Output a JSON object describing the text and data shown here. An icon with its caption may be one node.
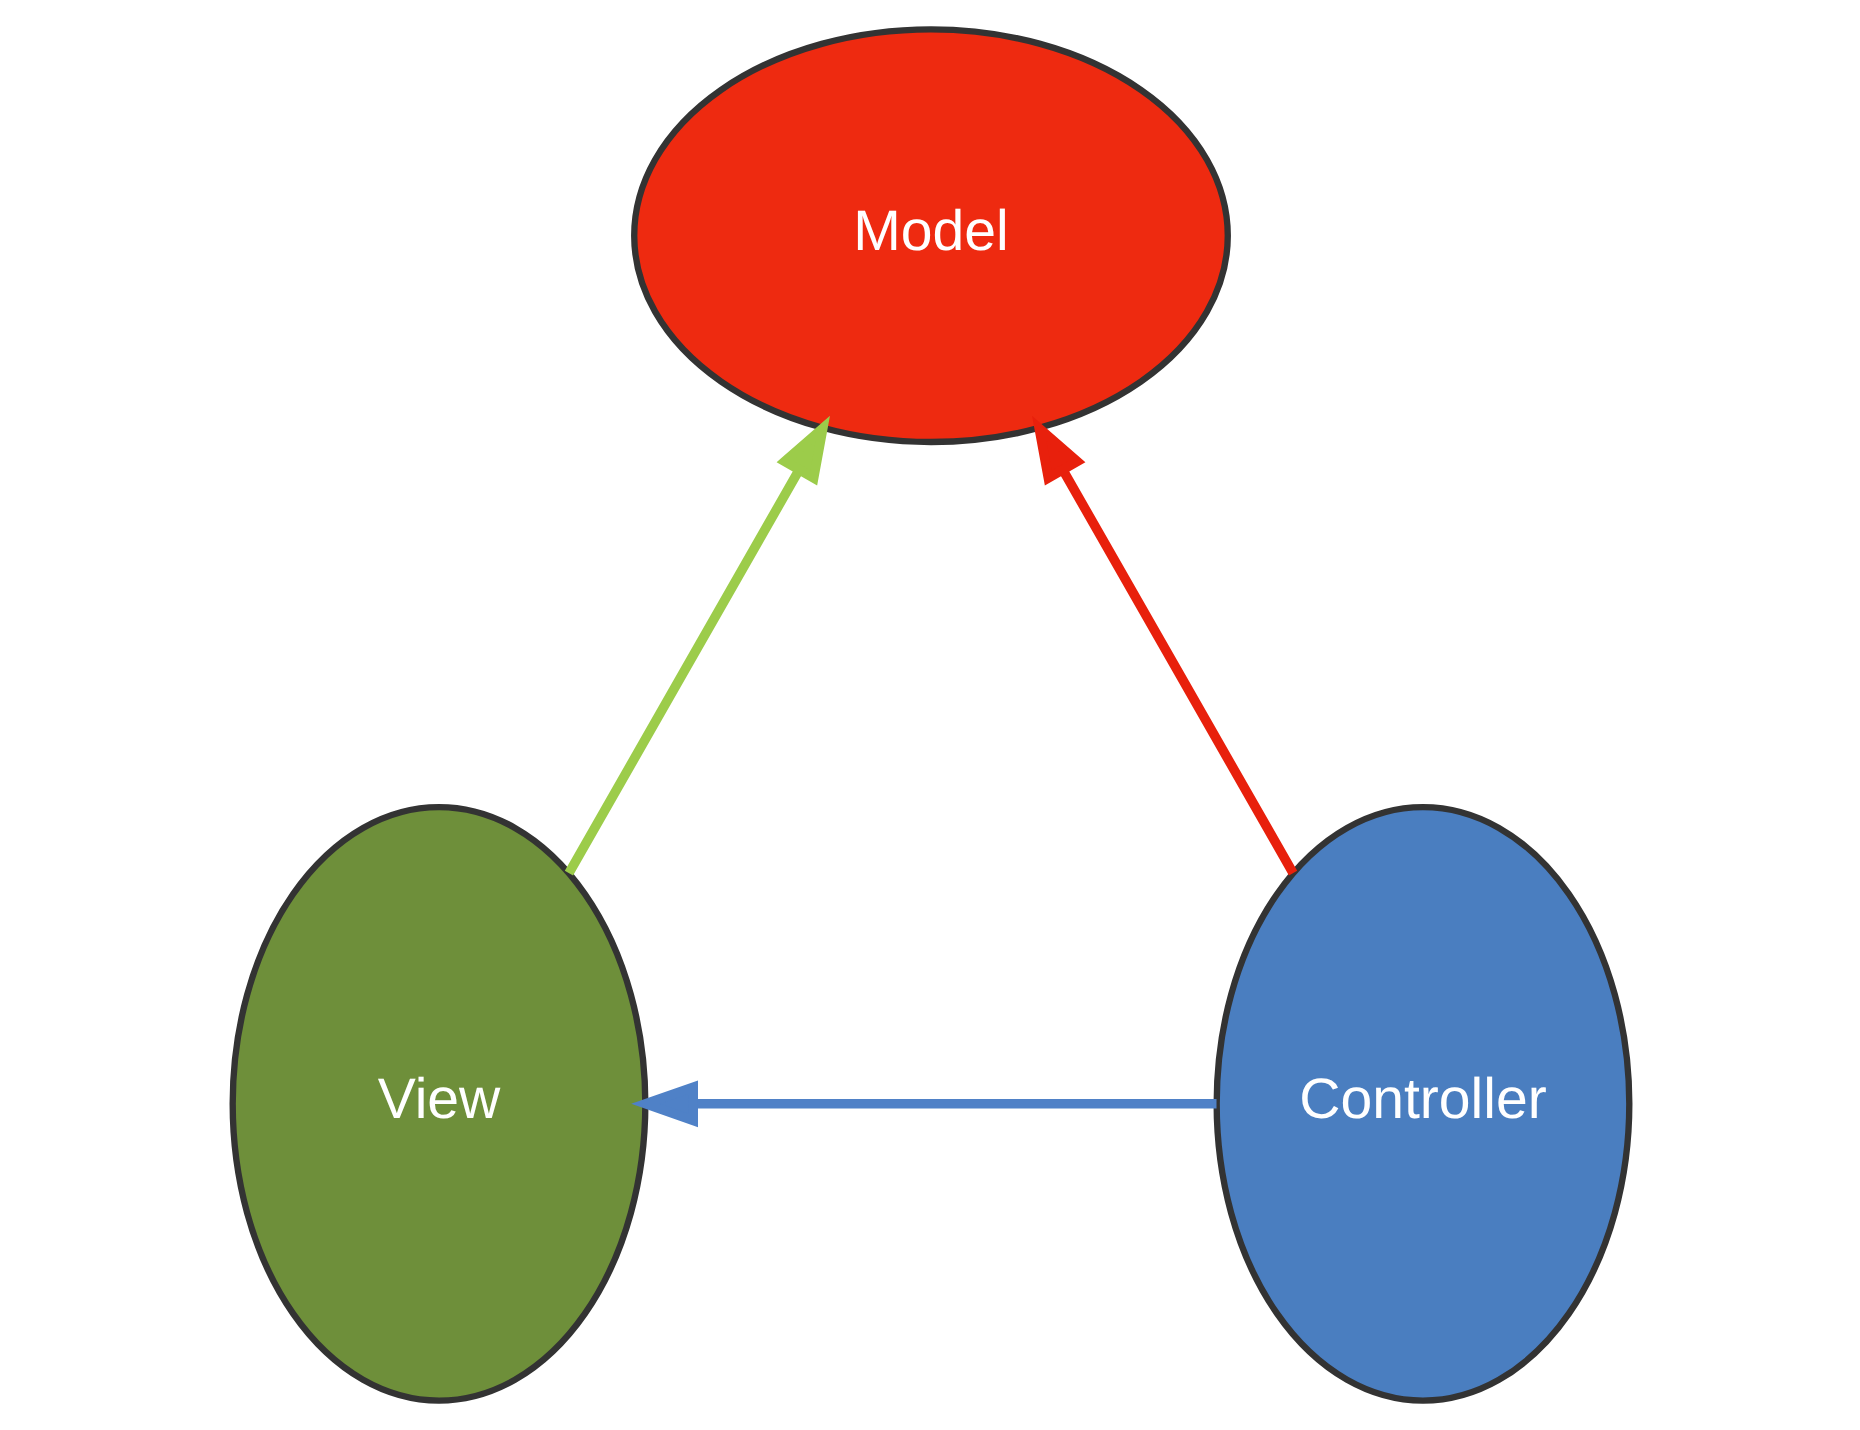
{
  "diagram": {
    "nodes": [
      {
        "text": [
          "Model"
        ]
      },
      {
        "text": [
          "View"
        ]
      },
      {
        "text": [
          "Controller"
        ]
      }
    ],
    "edges": [
      {
        "from": 1,
        "to": 0,
        "arrow": "to",
        "color": "#9ccc4a"
      },
      {
        "from": 2,
        "to": 0,
        "arrow": "to",
        "color": "#e8200c"
      },
      {
        "from": 2,
        "to": 1,
        "arrow": "to",
        "color": "#4f81c7"
      }
    ]
  }
}
